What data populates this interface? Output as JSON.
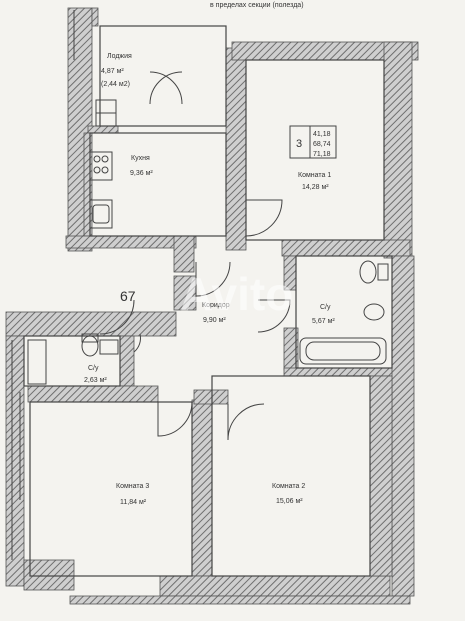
{
  "header": {
    "text": "в пределах секции (полезда)"
  },
  "apartment": {
    "number": "67",
    "rooms_count": "3",
    "areas": [
      "41,18",
      "68,74",
      "71,18"
    ]
  },
  "rooms": {
    "loggia": {
      "name": "Лоджия",
      "area": "4,87 м²",
      "reduced": "(2,44 м2)"
    },
    "kitchen": {
      "name": "Кухня",
      "area": "9,36 м²"
    },
    "room1": {
      "name": "Комната 1",
      "area": "14,28 м²"
    },
    "corridor": {
      "name": "Коридор",
      "area": "9,90 м²"
    },
    "bath_big": {
      "name": "С/у",
      "area": "5,67 м²"
    },
    "bath_small": {
      "name": "С/у",
      "area": "2,63 м²"
    },
    "room3": {
      "name": "Комната 3",
      "area": "11,84 м²"
    },
    "room2": {
      "name": "Комната 2",
      "area": "15,06 м²"
    }
  },
  "watermark": "Avito",
  "colors": {
    "wall": "#6f6f6f",
    "paper": "#f4f3ef",
    "line": "#555555"
  }
}
